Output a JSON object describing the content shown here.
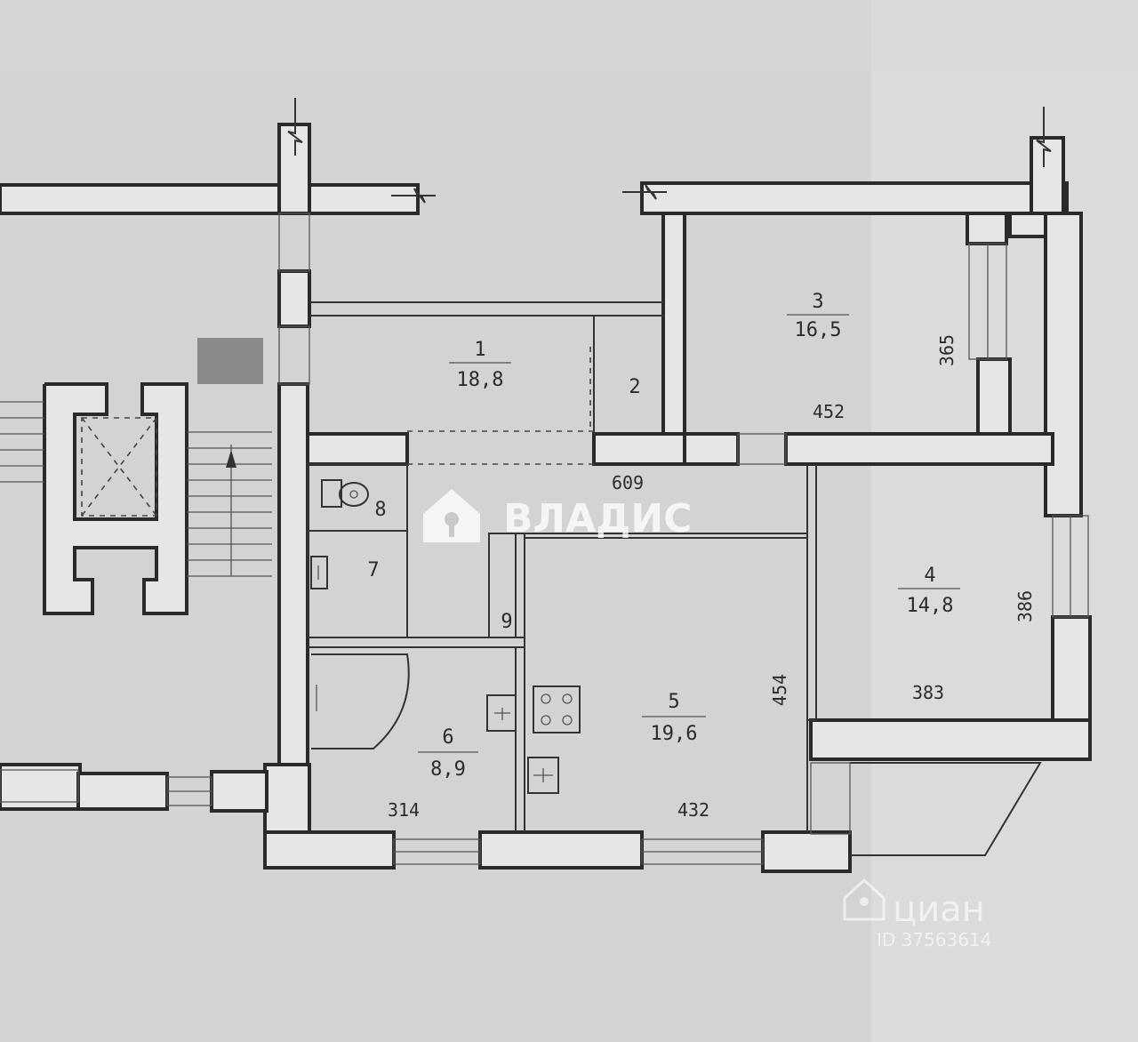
{
  "rooms": [
    {
      "id": "1",
      "number": "1",
      "area": "18,8"
    },
    {
      "id": "2",
      "number": "2",
      "area": ""
    },
    {
      "id": "3",
      "number": "3",
      "area": "16,5"
    },
    {
      "id": "4",
      "number": "4",
      "area": "14,8"
    },
    {
      "id": "5",
      "number": "5",
      "area": "19,6"
    },
    {
      "id": "6",
      "number": "6",
      "area": "8,9"
    },
    {
      "id": "7",
      "number": "7",
      "area": ""
    },
    {
      "id": "8",
      "number": "8",
      "area": ""
    },
    {
      "id": "9",
      "number": "9",
      "area": ""
    }
  ],
  "dimensions": {
    "d609": "609",
    "d452": "452",
    "d365": "365",
    "d383": "383",
    "d386": "386",
    "d454": "454",
    "d314": "314",
    "d432": "432"
  },
  "watermark": {
    "brand": "ВЛАДИС",
    "cian_brand": "циан",
    "cian_id": "ID 37563614"
  },
  "colors": {
    "paper": "#d3d3d3",
    "wall_outline": "#2a2a2a",
    "wall_fill": "#e6e6e6"
  }
}
